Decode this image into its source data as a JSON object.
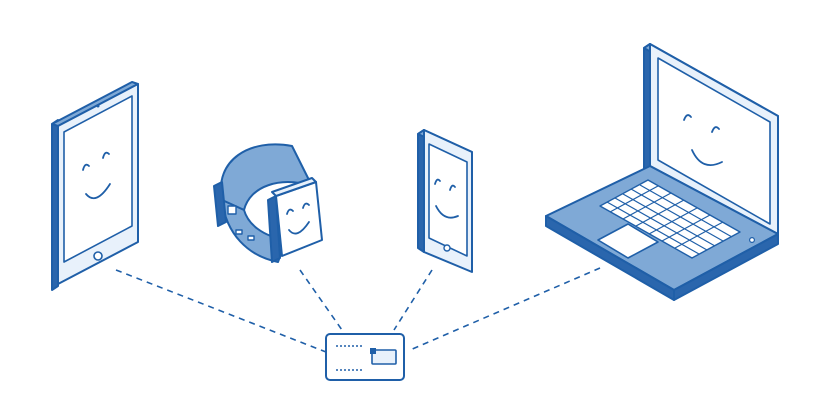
{
  "illustration": {
    "colors": {
      "stroke": "#1f5fa8",
      "fill_light": "#e8f1fb",
      "fill_mid": "#7fa9d6",
      "fill_dark": "#2a66ad",
      "background": "#ffffff"
    },
    "devices": [
      {
        "name": "tablet",
        "icon": "tablet-icon",
        "face": "smiley"
      },
      {
        "name": "smartwatch",
        "icon": "smartwatch-icon",
        "face": "smiley"
      },
      {
        "name": "smartphone",
        "icon": "smartphone-icon",
        "face": "smiley"
      },
      {
        "name": "laptop",
        "icon": "laptop-icon",
        "face": "smiley"
      }
    ],
    "hub": {
      "name": "esim-card",
      "icon": "sim-card-icon"
    },
    "connections": {
      "style": "dashed",
      "count": 4
    }
  }
}
